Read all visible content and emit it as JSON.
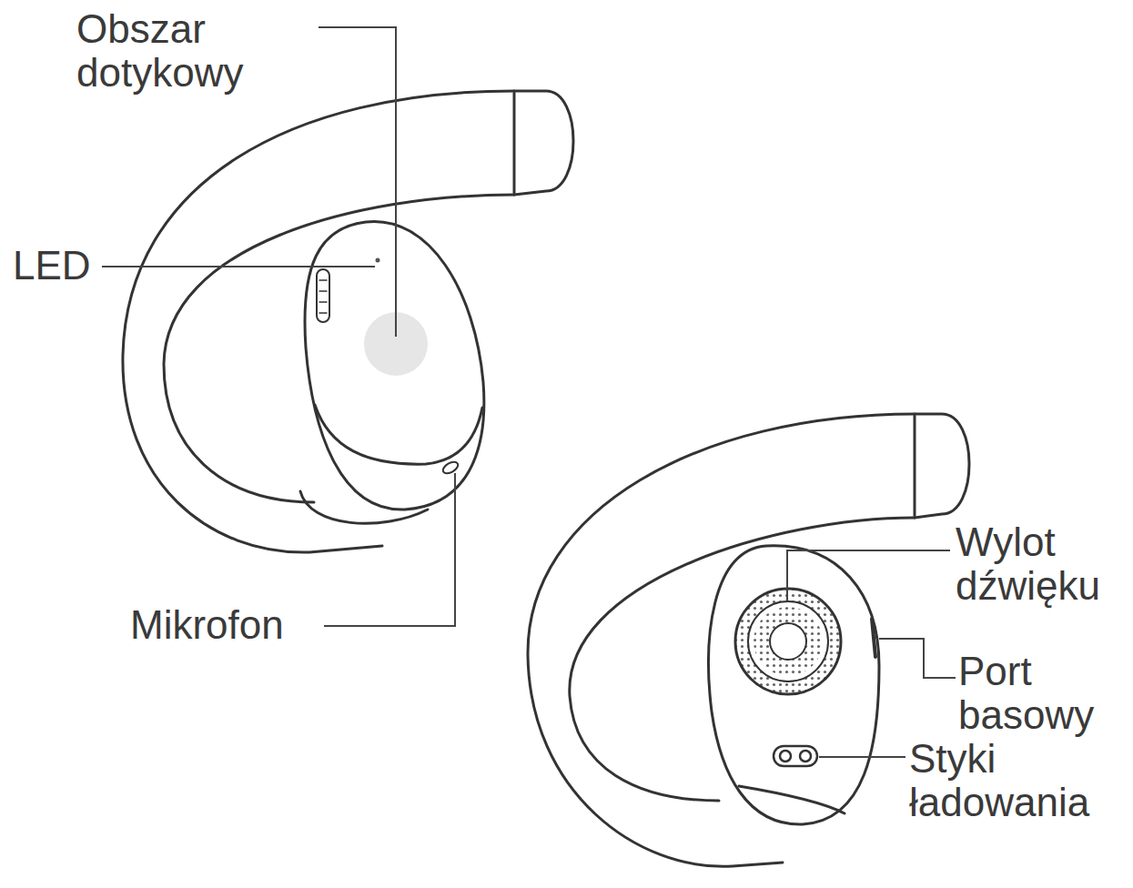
{
  "diagram": {
    "labels": [
      "Obszar dotykowy",
      "LED",
      "Mikrofon",
      "Wylot dźwięku",
      "Port basowy",
      "Styki ładowania"
    ]
  }
}
